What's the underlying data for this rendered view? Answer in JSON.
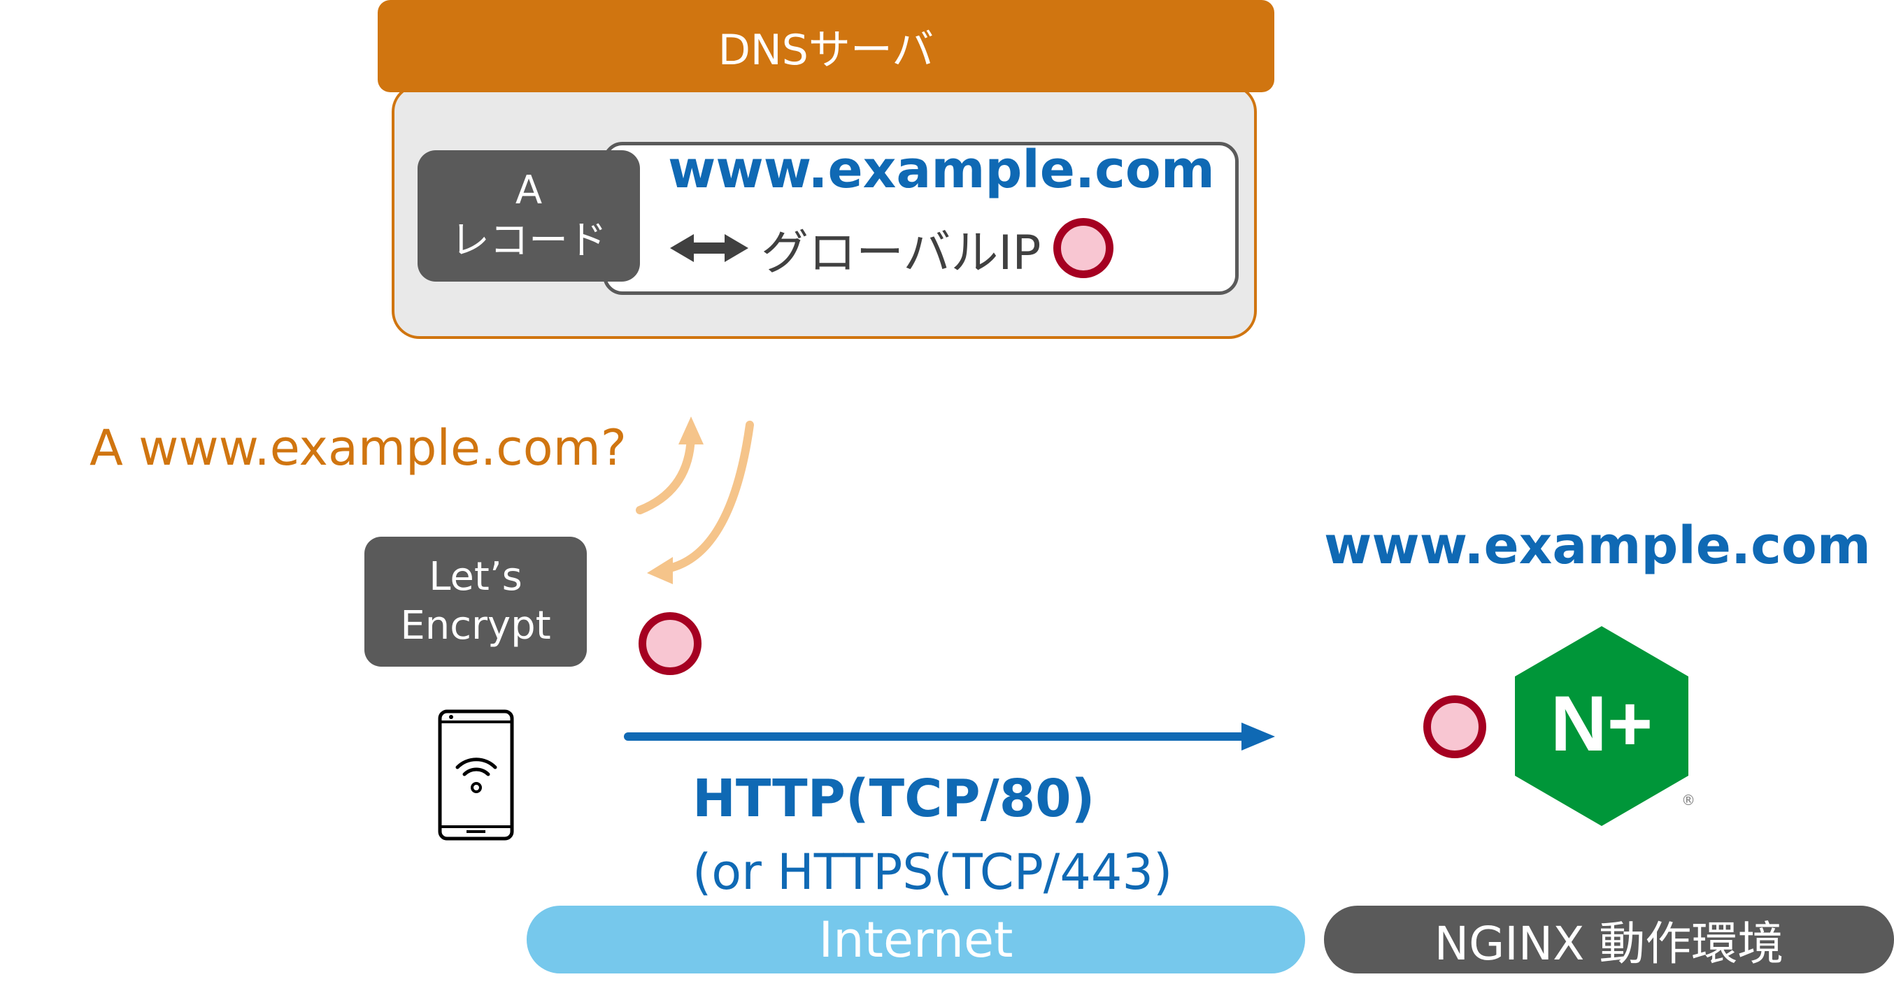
{
  "dns_server": {
    "title": "DNSサーバ",
    "record_type_line1": "A",
    "record_type_line2": "レコード",
    "domain": "www.example.com",
    "mapping": "グローバルIP"
  },
  "query": {
    "label": "A www.example.com?"
  },
  "client": {
    "name_line1": "Let’s",
    "name_line2": "Encrypt"
  },
  "connection": {
    "primary": "HTTP(TCP/80)",
    "alternative": "(or HTTPS(TCP/443)"
  },
  "server": {
    "domain": "www.example.com",
    "logo_text": "N+",
    "registered_mark": "®"
  },
  "zones": {
    "internet": "Internet",
    "nginx_env": "NGINX 動作環境"
  },
  "colors": {
    "dns_orange": "#d07510",
    "query_arrow": "#f5c48a",
    "blue": "#0f69b4",
    "internet_blue": "#76c8ec",
    "dark_gray": "#5a5a5a",
    "nginx_green": "#009639",
    "ip_marker_fill": "#f8c6d2",
    "ip_marker_stroke": "#a50021"
  },
  "icons": {
    "phone": "smartphone-wifi-icon",
    "bidirectional": "double-arrow-icon",
    "nginx_plus": "nginx-plus-logo",
    "ip": "global-ip-marker-icon"
  }
}
